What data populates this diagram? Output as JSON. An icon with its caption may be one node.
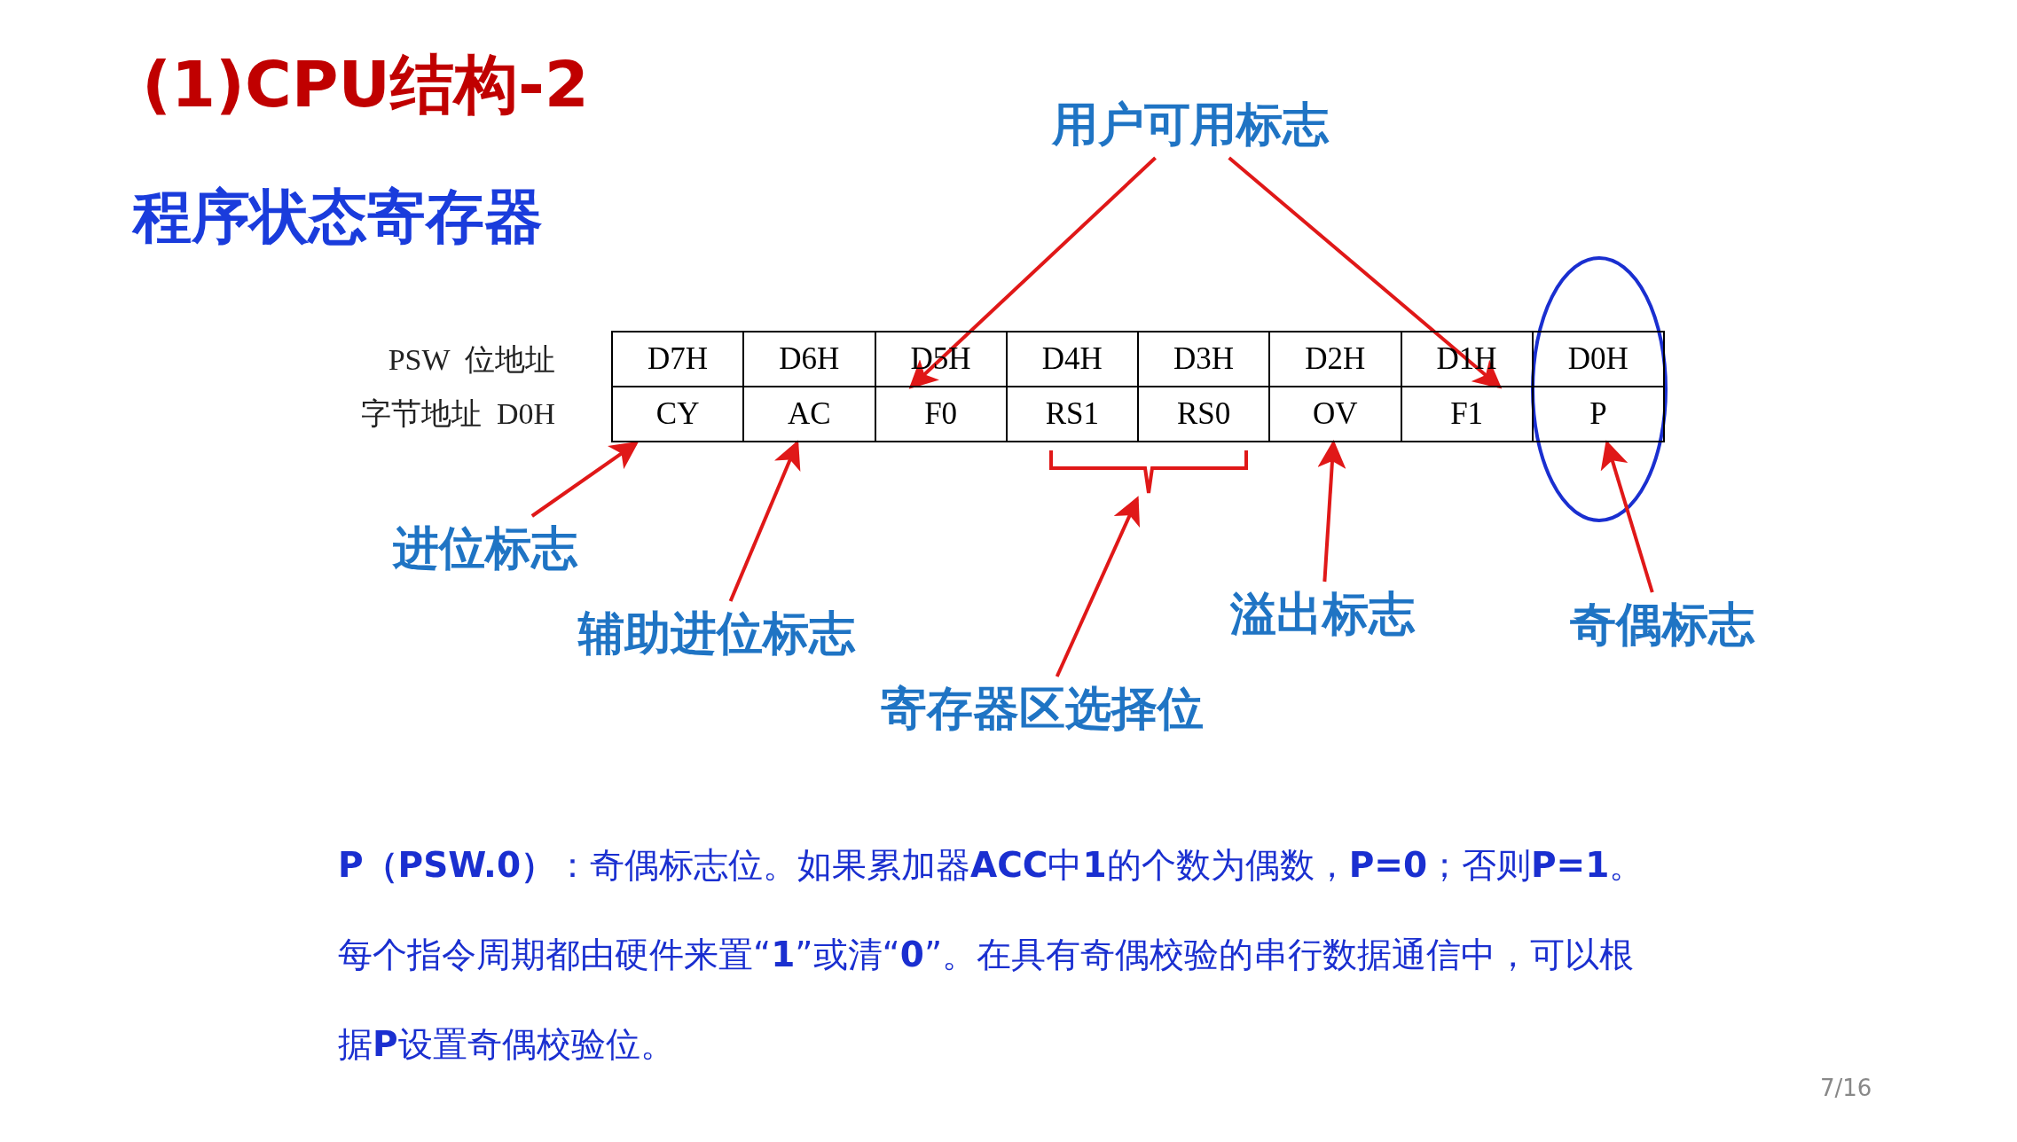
{
  "diagram": {
    "title": "(1)CPU结构-2",
    "nodes": [
      {
        "text": [
          "用户可用标志"
        ]
      },
      {
        "text": [
          "D7H"
        ]
      },
      {
        "text": [
          "D6H"
        ]
      },
      {
        "text": [
          "D5H"
        ]
      },
      {
        "text": [
          "D4H"
        ]
      },
      {
        "text": [
          "D3H"
        ]
      },
      {
        "text": [
          "D2H"
        ]
      },
      {
        "text": [
          "D1H"
        ]
      },
      {
        "text": [
          "D0H"
        ]
      },
      {
        "text": [
          "CY"
        ]
      },
      {
        "text": [
          "AC"
        ]
      },
      {
        "text": [
          "F0"
        ]
      },
      {
        "text": [
          "RS1"
        ]
      },
      {
        "text": [
          "RS0"
        ]
      },
      {
        "text": [
          "OV"
        ]
      },
      {
        "text": [
          "F1"
        ]
      },
      {
        "text": [
          "P"
        ]
      },
      {
        "text": [
          "进位标志"
        ]
      },
      {
        "text": [
          "辅助进位标志"
        ]
      },
      {
        "text": [
          "寄存器区选择位"
        ]
      },
      {
        "text": [
          "溢出标志"
        ]
      },
      {
        "text": [
          "奇偶标志"
        ]
      },
      {
        "text": [],
        "shape": "bracket"
      }
    ],
    "edges": [
      {
        "from": 0,
        "to": 3,
        "arrow": "to"
      },
      {
        "from": 0,
        "to": 7,
        "arrow": "to"
      },
      {
        "from": 17,
        "to": 9,
        "arrow": "to"
      },
      {
        "from": 18,
        "to": 10,
        "arrow": "to"
      },
      {
        "from": 19,
        "to": 22,
        "arrow": "to"
      },
      {
        "from": 20,
        "to": 14,
        "arrow": "to"
      },
      {
        "from": 21,
        "to": 16,
        "arrow": "to"
      }
    ],
    "labels": [
      "程序状态寄存器",
      "PSW  位地址",
      "字节地址  D0H",
      "**P（PSW.0）**：奇偶标志位。如果累加器**ACC**中**1**的个数为偶数，**P=0**；否则**P=1**。每个指令周期都由硬件来置“**1**”或清“**0**”。在具有奇偶校验的串行数据通信中，可以根据**P**设置奇偶校验位。",
      "7/16"
    ]
  }
}
